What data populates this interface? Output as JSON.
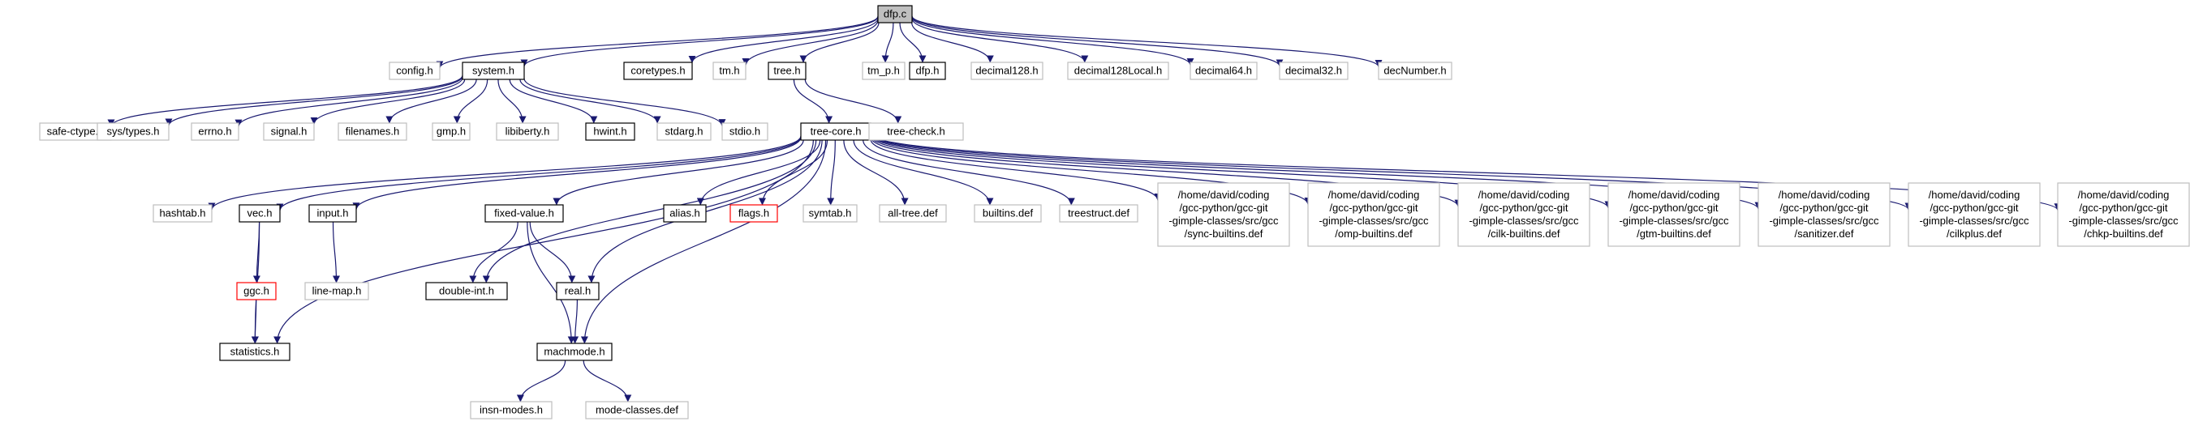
{
  "colors": {
    "edge": "#191970",
    "root_fill": "#bfbfbf",
    "border_documented": "#000000",
    "border_undocumented": "#bfbfbf",
    "border_truncated": "#ff0000",
    "text": "#000000"
  },
  "nodes": [
    {
      "id": "dfp_c",
      "lines": [
        "dfp.c"
      ],
      "style": "root"
    },
    {
      "id": "config_h",
      "lines": [
        "config.h"
      ],
      "style": "plain"
    },
    {
      "id": "system_h",
      "lines": [
        "system.h"
      ],
      "style": "doc"
    },
    {
      "id": "coretypes_h",
      "lines": [
        "coretypes.h"
      ],
      "style": "doc"
    },
    {
      "id": "tm_h",
      "lines": [
        "tm.h"
      ],
      "style": "plain"
    },
    {
      "id": "tree_h",
      "lines": [
        "tree.h"
      ],
      "style": "doc"
    },
    {
      "id": "tm_p_h",
      "lines": [
        "tm_p.h"
      ],
      "style": "plain"
    },
    {
      "id": "dfp_h",
      "lines": [
        "dfp.h"
      ],
      "style": "doc"
    },
    {
      "id": "decimal128_h",
      "lines": [
        "decimal128.h"
      ],
      "style": "plain"
    },
    {
      "id": "decimal128Local_h",
      "lines": [
        "decimal128Local.h"
      ],
      "style": "plain"
    },
    {
      "id": "decimal64_h",
      "lines": [
        "decimal64.h"
      ],
      "style": "plain"
    },
    {
      "id": "decimal32_h",
      "lines": [
        "decimal32.h"
      ],
      "style": "plain"
    },
    {
      "id": "decNumber_h",
      "lines": [
        "decNumber.h"
      ],
      "style": "plain"
    },
    {
      "id": "safe_ctype_h",
      "lines": [
        "safe-ctype.h"
      ],
      "style": "plain"
    },
    {
      "id": "sys_types_h",
      "lines": [
        "sys/types.h"
      ],
      "style": "plain"
    },
    {
      "id": "errno_h",
      "lines": [
        "errno.h"
      ],
      "style": "plain"
    },
    {
      "id": "signal_h",
      "lines": [
        "signal.h"
      ],
      "style": "plain"
    },
    {
      "id": "filenames_h",
      "lines": [
        "filenames.h"
      ],
      "style": "plain"
    },
    {
      "id": "gmp_h",
      "lines": [
        "gmp.h"
      ],
      "style": "plain"
    },
    {
      "id": "libiberty_h",
      "lines": [
        "libiberty.h"
      ],
      "style": "plain"
    },
    {
      "id": "hwint_h",
      "lines": [
        "hwint.h"
      ],
      "style": "doc"
    },
    {
      "id": "stdarg_h",
      "lines": [
        "stdarg.h"
      ],
      "style": "plain"
    },
    {
      "id": "stdio_h",
      "lines": [
        "stdio.h"
      ],
      "style": "plain"
    },
    {
      "id": "tree_core_h",
      "lines": [
        "tree-core.h"
      ],
      "style": "doc"
    },
    {
      "id": "tree_check_h",
      "lines": [
        "tree-check.h"
      ],
      "style": "plain"
    },
    {
      "id": "hashtab_h",
      "lines": [
        "hashtab.h"
      ],
      "style": "plain"
    },
    {
      "id": "vec_h",
      "lines": [
        "vec.h"
      ],
      "style": "doc"
    },
    {
      "id": "input_h",
      "lines": [
        "input.h"
      ],
      "style": "doc"
    },
    {
      "id": "fixed_value_h",
      "lines": [
        "fixed-value.h"
      ],
      "style": "doc"
    },
    {
      "id": "alias_h",
      "lines": [
        "alias.h"
      ],
      "style": "doc"
    },
    {
      "id": "flags_h",
      "lines": [
        "flags.h"
      ],
      "style": "trunc"
    },
    {
      "id": "symtab_h",
      "lines": [
        "symtab.h"
      ],
      "style": "plain"
    },
    {
      "id": "all_tree_def",
      "lines": [
        "all-tree.def"
      ],
      "style": "plain"
    },
    {
      "id": "builtins_def",
      "lines": [
        "builtins.def"
      ],
      "style": "plain"
    },
    {
      "id": "treestruct_def",
      "lines": [
        "treestruct.def"
      ],
      "style": "plain"
    },
    {
      "id": "sync_builtins_def",
      "lines": [
        "/home/david/coding",
        "/gcc-python/gcc-git",
        "-gimple-classes/src/gcc",
        "/sync-builtins.def"
      ],
      "style": "plain"
    },
    {
      "id": "omp_builtins_def",
      "lines": [
        "/home/david/coding",
        "/gcc-python/gcc-git",
        "-gimple-classes/src/gcc",
        "/omp-builtins.def"
      ],
      "style": "plain"
    },
    {
      "id": "cilk_builtins_def",
      "lines": [
        "/home/david/coding",
        "/gcc-python/gcc-git",
        "-gimple-classes/src/gcc",
        "/cilk-builtins.def"
      ],
      "style": "plain"
    },
    {
      "id": "gtm_builtins_def",
      "lines": [
        "/home/david/coding",
        "/gcc-python/gcc-git",
        "-gimple-classes/src/gcc",
        "/gtm-builtins.def"
      ],
      "style": "plain"
    },
    {
      "id": "sanitizer_def",
      "lines": [
        "/home/david/coding",
        "/gcc-python/gcc-git",
        "-gimple-classes/src/gcc",
        "/sanitizer.def"
      ],
      "style": "plain"
    },
    {
      "id": "cilkplus_def",
      "lines": [
        "/home/david/coding",
        "/gcc-python/gcc-git",
        "-gimple-classes/src/gcc",
        "/cilkplus.def"
      ],
      "style": "plain"
    },
    {
      "id": "chkp_builtins_def",
      "lines": [
        "/home/david/coding",
        "/gcc-python/gcc-git",
        "-gimple-classes/src/gcc",
        "/chkp-builtins.def"
      ],
      "style": "plain"
    },
    {
      "id": "ggc_h",
      "lines": [
        "ggc.h"
      ],
      "style": "trunc"
    },
    {
      "id": "line_map_h",
      "lines": [
        "line-map.h"
      ],
      "style": "plain"
    },
    {
      "id": "double_int_h",
      "lines": [
        "double-int.h"
      ],
      "style": "doc"
    },
    {
      "id": "real_h",
      "lines": [
        "real.h"
      ],
      "style": "doc"
    },
    {
      "id": "statistics_h",
      "lines": [
        "statistics.h"
      ],
      "style": "doc"
    },
    {
      "id": "machmode_h",
      "lines": [
        "machmode.h"
      ],
      "style": "doc"
    },
    {
      "id": "insn_modes_h",
      "lines": [
        "insn-modes.h"
      ],
      "style": "plain"
    },
    {
      "id": "mode_classes_def",
      "lines": [
        "mode-classes.def"
      ],
      "style": "plain"
    }
  ],
  "edges": [
    [
      "dfp_c",
      "config_h"
    ],
    [
      "dfp_c",
      "system_h"
    ],
    [
      "dfp_c",
      "coretypes_h"
    ],
    [
      "dfp_c",
      "tm_h"
    ],
    [
      "dfp_c",
      "tree_h"
    ],
    [
      "dfp_c",
      "tm_p_h"
    ],
    [
      "dfp_c",
      "dfp_h"
    ],
    [
      "dfp_c",
      "decimal128_h"
    ],
    [
      "dfp_c",
      "decimal128Local_h"
    ],
    [
      "dfp_c",
      "decimal64_h"
    ],
    [
      "dfp_c",
      "decimal32_h"
    ],
    [
      "dfp_c",
      "decNumber_h"
    ],
    [
      "system_h",
      "safe_ctype_h"
    ],
    [
      "system_h",
      "sys_types_h"
    ],
    [
      "system_h",
      "errno_h"
    ],
    [
      "system_h",
      "signal_h"
    ],
    [
      "system_h",
      "filenames_h"
    ],
    [
      "system_h",
      "gmp_h"
    ],
    [
      "system_h",
      "libiberty_h"
    ],
    [
      "system_h",
      "hwint_h"
    ],
    [
      "system_h",
      "stdarg_h"
    ],
    [
      "system_h",
      "stdio_h"
    ],
    [
      "tree_h",
      "tree_core_h"
    ],
    [
      "tree_h",
      "tree_check_h"
    ],
    [
      "tree_core_h",
      "hashtab_h"
    ],
    [
      "tree_core_h",
      "vec_h"
    ],
    [
      "tree_core_h",
      "input_h"
    ],
    [
      "tree_core_h",
      "statistics_h"
    ],
    [
      "tree_core_h",
      "double_int_h"
    ],
    [
      "tree_core_h",
      "fixed_value_h"
    ],
    [
      "tree_core_h",
      "real_h"
    ],
    [
      "tree_core_h",
      "machmode_h"
    ],
    [
      "tree_core_h",
      "alias_h"
    ],
    [
      "tree_core_h",
      "flags_h"
    ],
    [
      "tree_core_h",
      "symtab_h"
    ],
    [
      "tree_core_h",
      "all_tree_def"
    ],
    [
      "tree_core_h",
      "builtins_def"
    ],
    [
      "tree_core_h",
      "treestruct_def"
    ],
    [
      "tree_core_h",
      "sync_builtins_def"
    ],
    [
      "tree_core_h",
      "omp_builtins_def"
    ],
    [
      "tree_core_h",
      "cilk_builtins_def"
    ],
    [
      "tree_core_h",
      "gtm_builtins_def"
    ],
    [
      "tree_core_h",
      "sanitizer_def"
    ],
    [
      "tree_core_h",
      "cilkplus_def"
    ],
    [
      "tree_core_h",
      "chkp_builtins_def"
    ],
    [
      "vec_h",
      "ggc_h"
    ],
    [
      "vec_h",
      "statistics_h"
    ],
    [
      "ggc_h",
      "statistics_h"
    ],
    [
      "input_h",
      "line_map_h"
    ],
    [
      "fixed_value_h",
      "double_int_h"
    ],
    [
      "fixed_value_h",
      "real_h"
    ],
    [
      "fixed_value_h",
      "machmode_h"
    ],
    [
      "real_h",
      "machmode_h"
    ],
    [
      "machmode_h",
      "insn_modes_h"
    ],
    [
      "machmode_h",
      "mode_classes_def"
    ]
  ]
}
